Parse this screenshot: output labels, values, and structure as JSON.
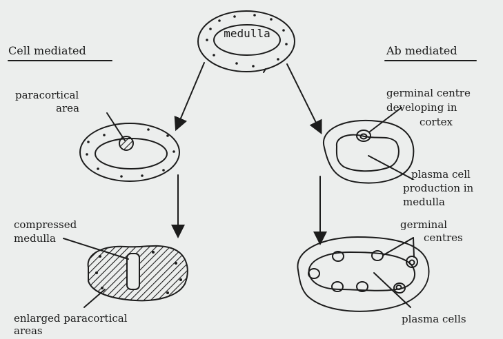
{
  "nodes": {
    "medulla": "medulla"
  },
  "headers": {
    "cell_mediated": "Cell mediated",
    "ab_mediated": "Ab mediated"
  },
  "labels": {
    "paracortical_line1": "paracortical",
    "paracortical_line2": "area",
    "germinal_centre_line1": "germinal centre",
    "germinal_centre_line2": "developing in",
    "germinal_centre_line3": "cortex",
    "plasma_prod_line1": "plasma cell",
    "plasma_prod_line2": "production in",
    "plasma_prod_line3": "medulla",
    "compressed_line1": "compressed",
    "compressed_line2": "medulla",
    "germinal_centres_line1": "germinal",
    "germinal_centres_line2": "centres",
    "enlarged_line1": "enlarged paracortical",
    "enlarged_line2": "areas",
    "plasma_cells": "plasma cells"
  },
  "colors": {
    "background": "#eceeed",
    "ink": "#1c1c1c"
  }
}
